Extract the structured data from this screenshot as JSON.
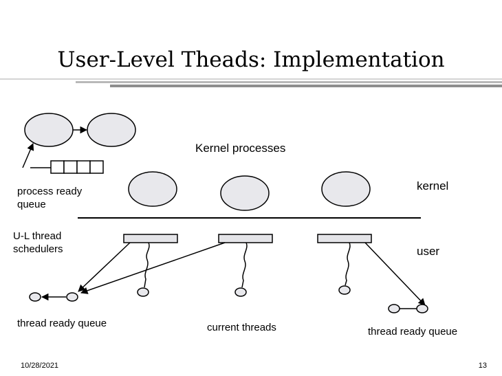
{
  "slide": {
    "title": "User-Level Theads: Implementation",
    "date": "10/28/2021",
    "page_number": "13"
  },
  "labels": {
    "kernel_processes": "Kernel processes",
    "kernel": "kernel",
    "user": "user",
    "process_ready_queue_line1": "process ready",
    "process_ready_queue_line2": "queue",
    "ul_schedulers_line1": "U-L thread",
    "ul_schedulers_line2": "schedulers",
    "thread_ready_queue_left": "thread ready queue",
    "current_threads": "current threads",
    "thread_ready_queue_right": "thread ready queue"
  },
  "colors": {
    "process_fill": "#e8e8ec",
    "scheduler_fill": "#e4e4e8",
    "stroke": "#000000"
  }
}
